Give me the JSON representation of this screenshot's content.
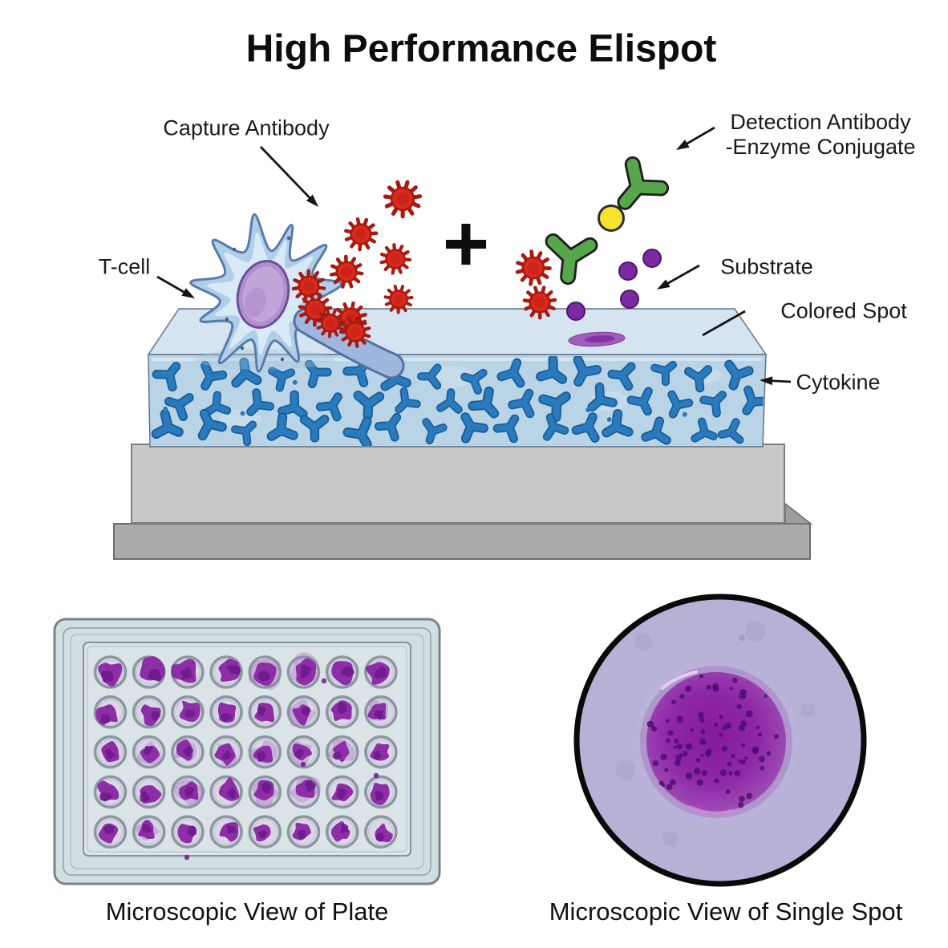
{
  "title": "High Performance Elispot",
  "labels": {
    "capture_antibody": "Capture Antibody",
    "t_cell": "T-cell",
    "detection_line1": "Detection Antibody",
    "detection_line2": "-Enzyme Conjugate",
    "substrate": "Substrate",
    "colored_spot": "Colored Spot",
    "cytokine": "Cytokine",
    "plus_sign": "+"
  },
  "captions": {
    "plate": "Microscopic View of Plate",
    "single_spot": "Microscopic View of Single Spot"
  },
  "plate_grid": {
    "rows": 5,
    "cols": 8,
    "total_wells": 40
  },
  "colors": {
    "background": "#ffffff",
    "text": "#1a1a1a",
    "membrane_top": "#d5e4f0",
    "membrane_front": "#b9d3e7",
    "membrane_edge": "#5f7488",
    "cytokine_fill": "#2a7abe",
    "cytokine_outline": "#1a5e99",
    "base_upper": "#c9c9c9",
    "base_lower": "#ababab",
    "tcell_body": "#b2cde8",
    "tcell_inner": "#d8e9f7",
    "tcell_outline": "#567ca9",
    "nucleus": "#b08fcc",
    "nucleus_inner": "#c3a7da",
    "nucleus_outline": "#6f4f99",
    "pseudopod": "#9fb7de",
    "antigen_red": "#d92a1e",
    "antigen_red_dark": "#a81a10",
    "antibody_green": "#58a74c",
    "antibody_outline": "#1f1f1f",
    "enzyme_yellow": "#f6e232",
    "substrate_purple": "#7b2aa2",
    "substrate_purple_dark": "#4f1570",
    "colored_spot_fill": "#a25cba",
    "colored_spot_core": "#8733a3",
    "plate_body": "#d3dee1",
    "plate_panel": "#dae4e6",
    "plate_line": "#8c9ba4",
    "well_fill": "#d8d6e7",
    "well_ring": "#8d97a1",
    "blob_main": "#8d2ea6",
    "blob_dark": "#6d198c",
    "blob_halo": "#a873c0",
    "spot_view_bg": "#b6b1d5",
    "spot_main": "#8e27a6",
    "spot_dot": "#4c0c6d",
    "arrow": "#151515"
  }
}
